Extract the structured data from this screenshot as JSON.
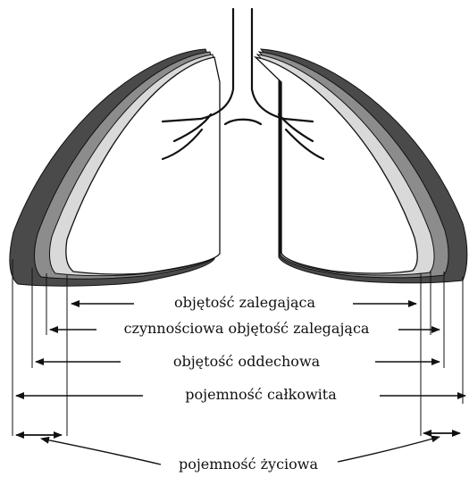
{
  "labels": {
    "residual_volume": "objętość zalegająca",
    "functional_residual_volume": "czynnościowa objętość zalegająca",
    "tidal_volume": "objętość oddechowa",
    "total_capacity": "pojemność całkowita",
    "vital_capacity": "pojemność życiowa"
  },
  "colors": {
    "outer_layer": "#4a4a4a",
    "second_layer": "#8c8c8c",
    "third_layer": "#d9d9d9",
    "inner_lung": "#ffffff",
    "stroke": "#111111"
  }
}
